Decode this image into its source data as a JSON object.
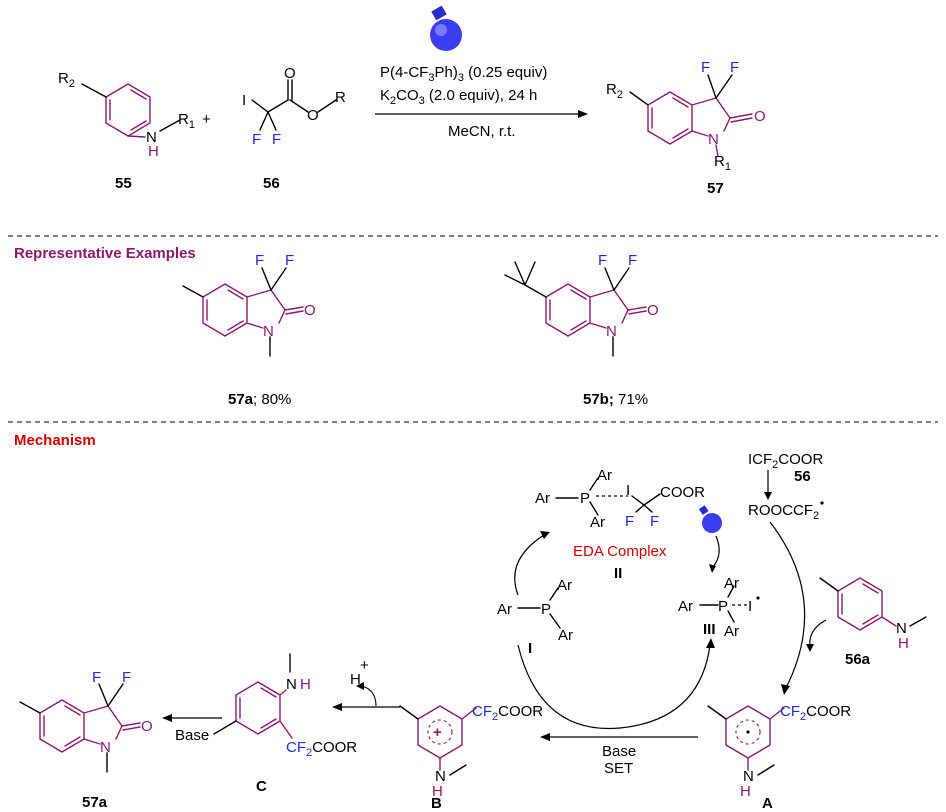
{
  "reaction": {
    "compound_55": "55",
    "compound_56": "56",
    "compound_57": "57",
    "plus": "+",
    "cond_line1": "P(4-CF3Ph)3 (0.25 equiv)",
    "cond_line2": "K2CO3 (2.0 equiv), 24 h",
    "cond_line3": "MeCN, r.t."
  },
  "examples": {
    "section_title": "Representative Examples",
    "ex1_label": "57a",
    "ex1_yield": "; 80%",
    "ex2_label": "57b;",
    "ex2_yield": " 71%"
  },
  "mechanism": {
    "section_title": "Mechanism",
    "reagent_formula": "ICF2COOR",
    "reagent_label": "56",
    "radical_formula": "ROOCCF2",
    "eda_label": "EDA Complex",
    "complex_II": "II",
    "catalyst_I": "I",
    "radical_III": "III",
    "amine_label": "56a",
    "int_A": "A",
    "int_B": "B",
    "int_C": "C",
    "product_label": "57a",
    "base_set_1": "Base",
    "base_set_2": "SET",
    "base_label": "Base",
    "proton": "H",
    "proton_charge": "+"
  },
  "colors": {
    "scaffold": "#8b1a6b",
    "fluorine": "#1f2bd6",
    "section_examples": "#8b1a6b",
    "section_mechanism": "#d10000",
    "bulb": "#3b3df0"
  }
}
